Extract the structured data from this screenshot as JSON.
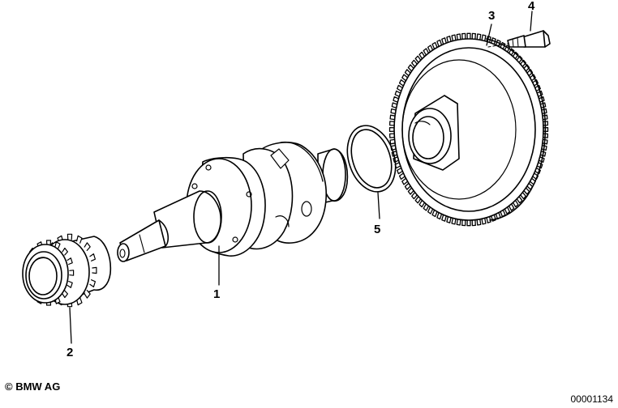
{
  "callouts": {
    "c1": "1",
    "c2": "2",
    "c3": "3",
    "c4": "4",
    "c5": "5"
  },
  "footer": {
    "copyright": "© BMW AG",
    "diagram_id": "00001134"
  }
}
